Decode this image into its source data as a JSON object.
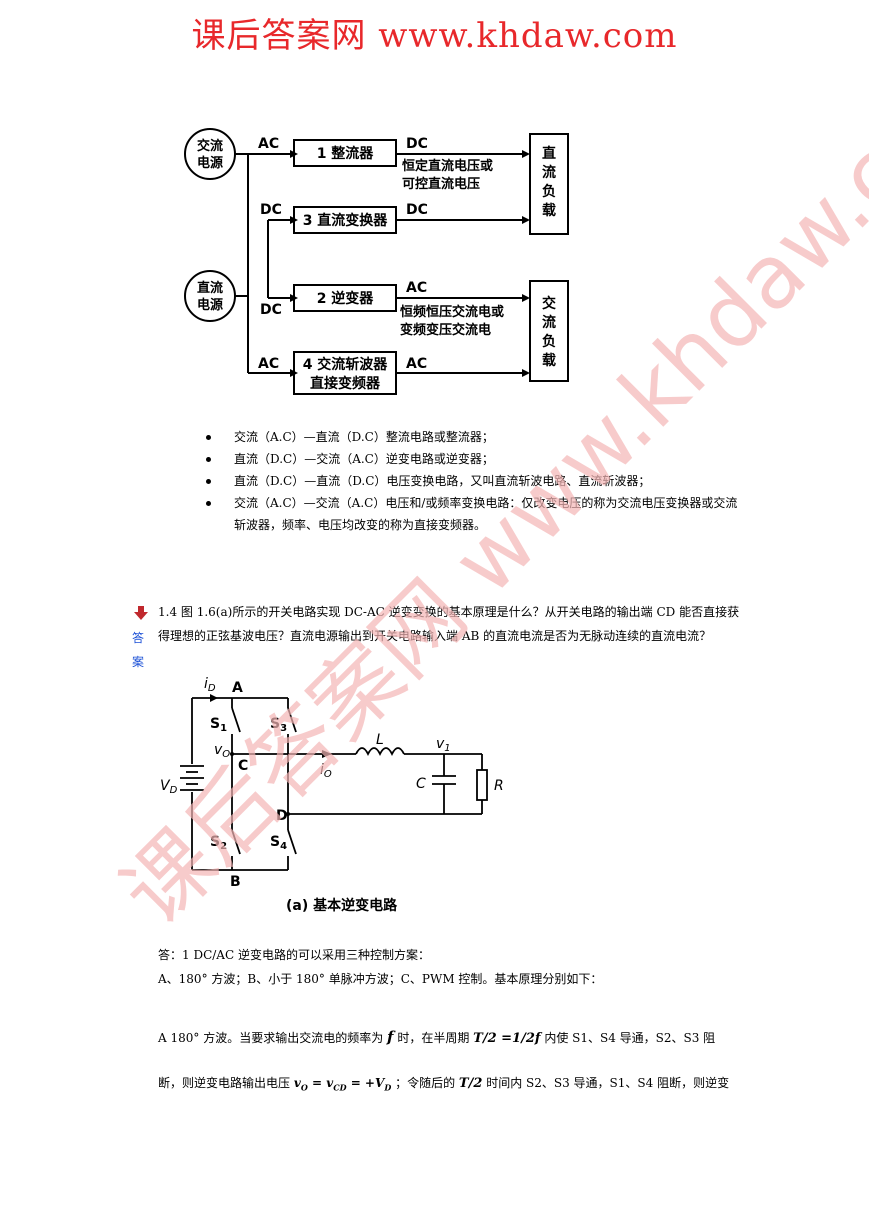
{
  "header": {
    "title": "课后答案网 www.khdaw.com"
  },
  "watermark": {
    "text": "课后答案网 www.khdaw.com",
    "color": "#f3b5b5"
  },
  "figure1": {
    "sources": [
      "交流电源",
      "直流电源"
    ],
    "blocks": [
      "1 整流器",
      "3 直流变换器",
      "2 逆变器",
      "4 交流斩波器",
      "直接变频器"
    ],
    "loads": [
      "直流负载",
      "交流负载"
    ],
    "labels": {
      "ac": "AC",
      "dc": "DC",
      "dc_note_1": "恒定直流电压或",
      "dc_note_2": "可控直流电压",
      "ac_note_1": "恒频恒压交流电或",
      "ac_note_2": "变频变压交流电"
    }
  },
  "bullets": [
    "交流（A.C）—直流（D.C）整流电路或整流器；",
    "直流（D.C）—交流（A.C）逆变电路或逆变器；",
    "直流（D.C）—直流（D.C）电压变换电路，又叫直流斩波电路、直流斩波器；",
    "交流（A.C）—交流（A.C）电压和/或频率变换电路：仅改变电压的称为交流电压变换器或交流斩波器，频率、电压均改变的称为直接变频器。"
  ],
  "question": {
    "text": "1.4 图 1.6(a)所示的开关电路实现 DC-AC 逆变变换的基本原理是什么？从开关电路的输出端 CD 能否直接获得理想的正弦基波电压？直流电源输出到开关电路输入端 AB 的直流电流是否为无脉动连续的直流电流？",
    "answer_link": "答案",
    "arrow_color": "#c0282d"
  },
  "figure2": {
    "caption": "(a) 基本逆变电路",
    "labels": {
      "iD": "i",
      "iD_sub": "D",
      "A": "A",
      "B": "B",
      "C": "C",
      "D": "D",
      "S1": "S",
      "S1_sub": "1",
      "S2": "S",
      "S2_sub": "2",
      "S3": "S",
      "S3_sub": "3",
      "S4": "S",
      "S4_sub": "4",
      "vO": "v",
      "vO_sub": "O",
      "iO": "i",
      "iO_sub": "O",
      "L": "L",
      "v1": "v",
      "v1_sub": "1",
      "Cap": "C",
      "R": "R",
      "VD": "V",
      "VD_sub": "D"
    }
  },
  "answer": {
    "line1": "答：1 DC/AC 逆变电路的可以采用三种控制方案：",
    "line2": "A、180° 方波；B、小于 180° 单脉冲方波；C、PWM 控制。基本原理分别如下：",
    "p1_a": "A 180° 方波。当要求输出交流电的频率为",
    "p1_b": "时，在半周期",
    "p1_c": "内使 S1、S4 导通，S2、S3 阻",
    "p2_a": "断，则逆变电路输出电压",
    "p2_b": "；令随后的",
    "p2_c": "时间内 S2、S3 导通，S1、S4 阻断，则逆变",
    "f_glyph": "f",
    "half_period": "T/2 =1/2f",
    "vo_eq": "v",
    "vo_eq2": "= v",
    "vo_eq3": "= +V",
    "t2": "T/2"
  }
}
